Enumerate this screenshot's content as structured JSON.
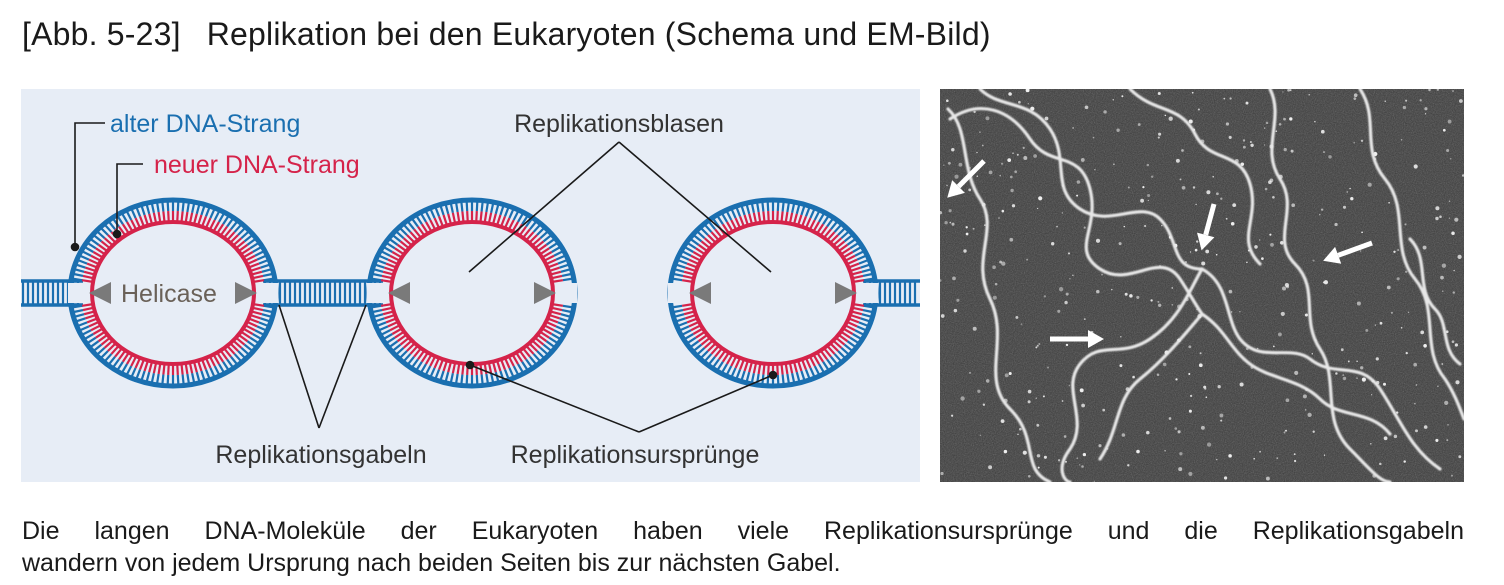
{
  "figure": {
    "number": "[Abb. 5-23]",
    "title": "Replikation bei den Eukaryoten (Schema und EM-Bild)"
  },
  "schema": {
    "labels": {
      "old_strand": "alter DNA-Strang",
      "new_strand": "neuer DNA-Strang",
      "helicase": "Helicase",
      "bubbles": "Replikationsblasen",
      "forks": "Replikationsgabeln",
      "origins": "Replikationsursprünge"
    },
    "colors": {
      "background": "#e7edf6",
      "old_strand": "#1a6fb0",
      "new_strand": "#d5234a",
      "helicase": "#7a7a7a",
      "leader": "#1a1a1a"
    }
  },
  "em_image": {
    "colors": {
      "background": "#3a3a3a",
      "strand": "#e8e8e8",
      "arrow": "#ffffff"
    }
  },
  "caption": {
    "line1": "Die langen DNA-Moleküle der Eukaryoten haben viele Replikationsursprünge und die Replikationsgabeln",
    "line2": "wandern von jedem Ursprung nach beiden Seiten bis zur nächsten Gabel."
  }
}
